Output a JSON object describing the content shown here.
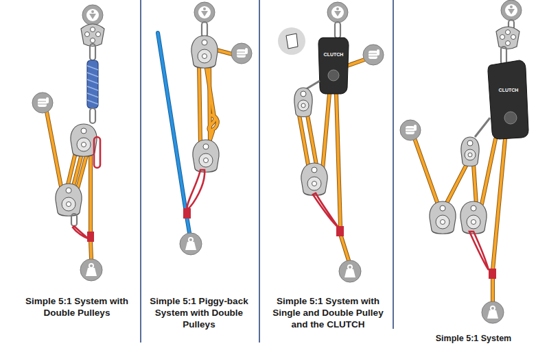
{
  "diagram": {
    "labels": [
      "Simple 5:1 System with Double Pulleys",
      "Simple 5:1 Piggy-back System with Double Pulleys",
      "Simple 5:1 System with Single and Double Pulley and the CLUTCH",
      "Simple 5:1 System",
      "CLUTCH",
      "CLUTCH"
    ]
  }
}
